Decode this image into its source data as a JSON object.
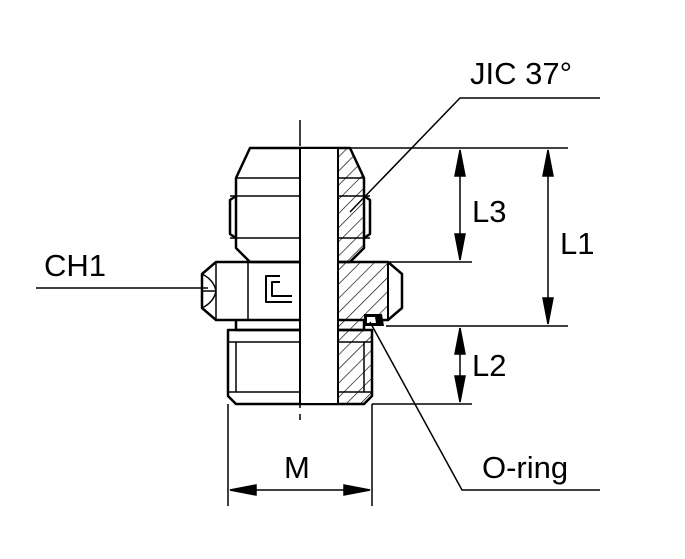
{
  "labels": {
    "jic": "JIC 37°",
    "ch1": "CH1",
    "l1": "L1",
    "l2": "L2",
    "l3": "L3",
    "m": "M",
    "oring": "O-ring"
  },
  "colors": {
    "stroke": "#000000",
    "background": "#ffffff"
  }
}
